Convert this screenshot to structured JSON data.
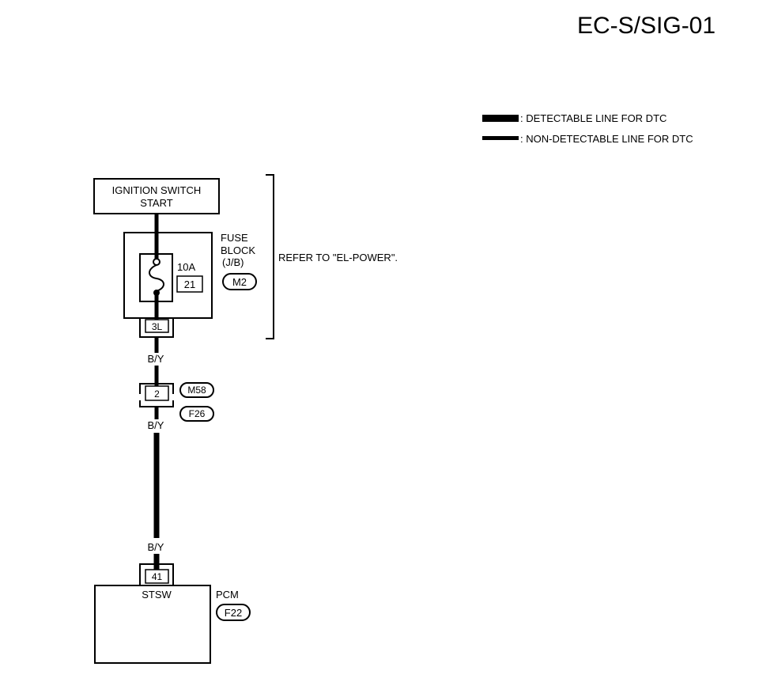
{
  "header": {
    "title": "EC-S/SIG-01"
  },
  "legend": {
    "detectable": ": DETECTABLE LINE FOR DTC",
    "non_detectable": ": NON-DETECTABLE LINE FOR DTC"
  },
  "components": {
    "ignition_switch": {
      "line1": "IGNITION SWITCH",
      "line2": "START"
    },
    "fuse_block": {
      "line1": "FUSE",
      "line2": "BLOCK",
      "line3": "(J/B)",
      "fuse_rating": "10A",
      "fuse_number": "21",
      "connector": "M2",
      "terminal": "3L",
      "reference": "REFER TO \"EL-POWER\"."
    },
    "joint_connector": {
      "terminal": "2",
      "connector_a": "M58",
      "connector_b": "F26"
    },
    "pcm": {
      "label": "PCM",
      "connector": "F22",
      "terminal": "41",
      "pin_name": "STSW"
    }
  },
  "wires": {
    "w1": "B/Y",
    "w2": "B/Y",
    "w3": "B/Y"
  }
}
